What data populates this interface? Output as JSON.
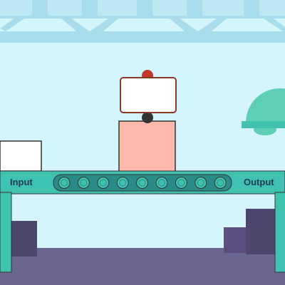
{
  "scene": {
    "input_label": "Input",
    "output_label": "Output",
    "roller_count": 9
  },
  "colors": {
    "sky": "#d3f5fb",
    "truss": "#a9dcec",
    "belt_frame": "#40c2b0",
    "belt_track": "#2a8c89",
    "roller": "#40c2b0",
    "floor": "#6b6591",
    "crate_dark": "#4f4670",
    "machine_body": "#ffb8ac",
    "screen_border": "#8a3a2a",
    "knob_top": "#c0392b",
    "lamp": "#5dcfb6"
  }
}
